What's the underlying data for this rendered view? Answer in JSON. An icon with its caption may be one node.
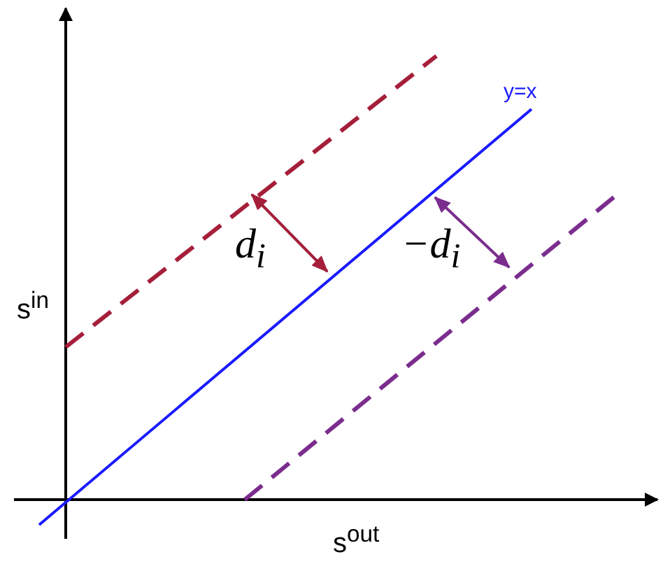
{
  "diagram": {
    "labels": [
      "y=x",
      "d$_{i}$",
      "−d$_{i}$",
      "s$^{in}$",
      "s$^{out}$"
    ]
  }
}
